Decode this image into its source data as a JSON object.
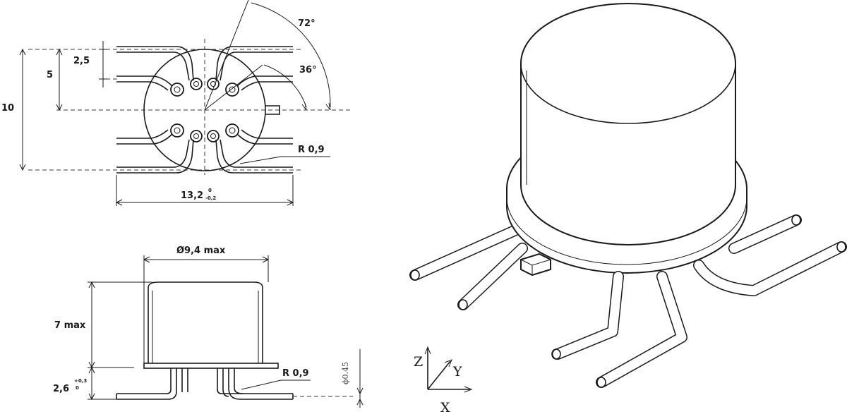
{
  "top_view": {
    "dim_pin_pitch": "2,5",
    "dim_half_row": "5",
    "dim_row_span": "10",
    "dim_lead_length": "13,2",
    "dim_lead_tol_upper": "0",
    "dim_lead_tol_lower": "-0,2",
    "angle_outer": "72°",
    "angle_inner": "36°",
    "bend_radius": "R 0,9"
  },
  "side_view": {
    "diameter": "Ø9,4 max",
    "height": "7 max",
    "standoff": "2,6",
    "standoff_tol_upper": "+0,3",
    "standoff_tol_lower": "0",
    "bend_radius": "R 0,9",
    "lead_diameter": "ϕ0.45"
  },
  "axes": {
    "z": "Z",
    "y": "Y",
    "x": "X"
  }
}
